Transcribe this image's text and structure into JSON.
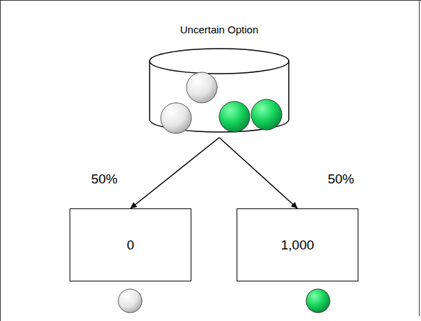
{
  "diagram": {
    "nodes": [
      {
        "text": [
          "Uncertain Option"
        ]
      },
      {
        "text": [
          "0"
        ]
      },
      {
        "text": [
          "1,000"
        ]
      }
    ],
    "edges": [
      {
        "from": 0,
        "to": 1,
        "arrow": "to",
        "label": "50%"
      },
      {
        "from": 0,
        "to": 2,
        "arrow": "to",
        "label": "50%"
      }
    ]
  }
}
